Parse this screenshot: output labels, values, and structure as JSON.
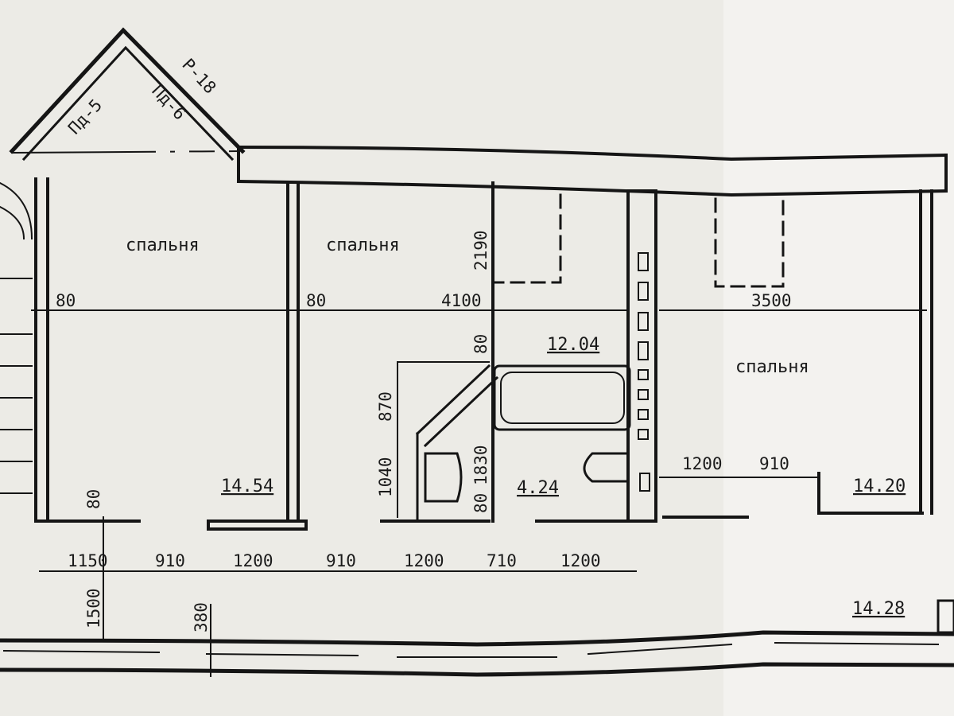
{
  "rooms": [
    {
      "label": "спальня",
      "area": "14.54"
    },
    {
      "label": "спальня",
      "area": "12.04"
    },
    {
      "label": "спальня",
      "area": "14.20"
    }
  ],
  "bathroom": {
    "area": "4.24"
  },
  "corridor": {
    "area": "14.28"
  },
  "bay_window": {
    "left": "Пд-5",
    "right": "Пд-6",
    "outer": "Р-18"
  },
  "dimensions": {
    "left_wall": "80",
    "mid_wall": "80",
    "room2_width": "4100",
    "closet_depth": "2190",
    "room3_width": "3500",
    "bath_top": "80",
    "bath_diag": "870",
    "bath_height": "1830",
    "bath_lower": "1040",
    "bath_bottom": "80",
    "room3_door": "1200",
    "room3_gap": "910",
    "left_bottom": "80",
    "bottom_chain": [
      "1150",
      "910",
      "1200",
      "910",
      "1200",
      "710",
      "1200"
    ],
    "corridor_depth": "1500",
    "outer_wall": "380"
  },
  "colors": {
    "paper": "#ecebe6",
    "ink": "#151515"
  }
}
